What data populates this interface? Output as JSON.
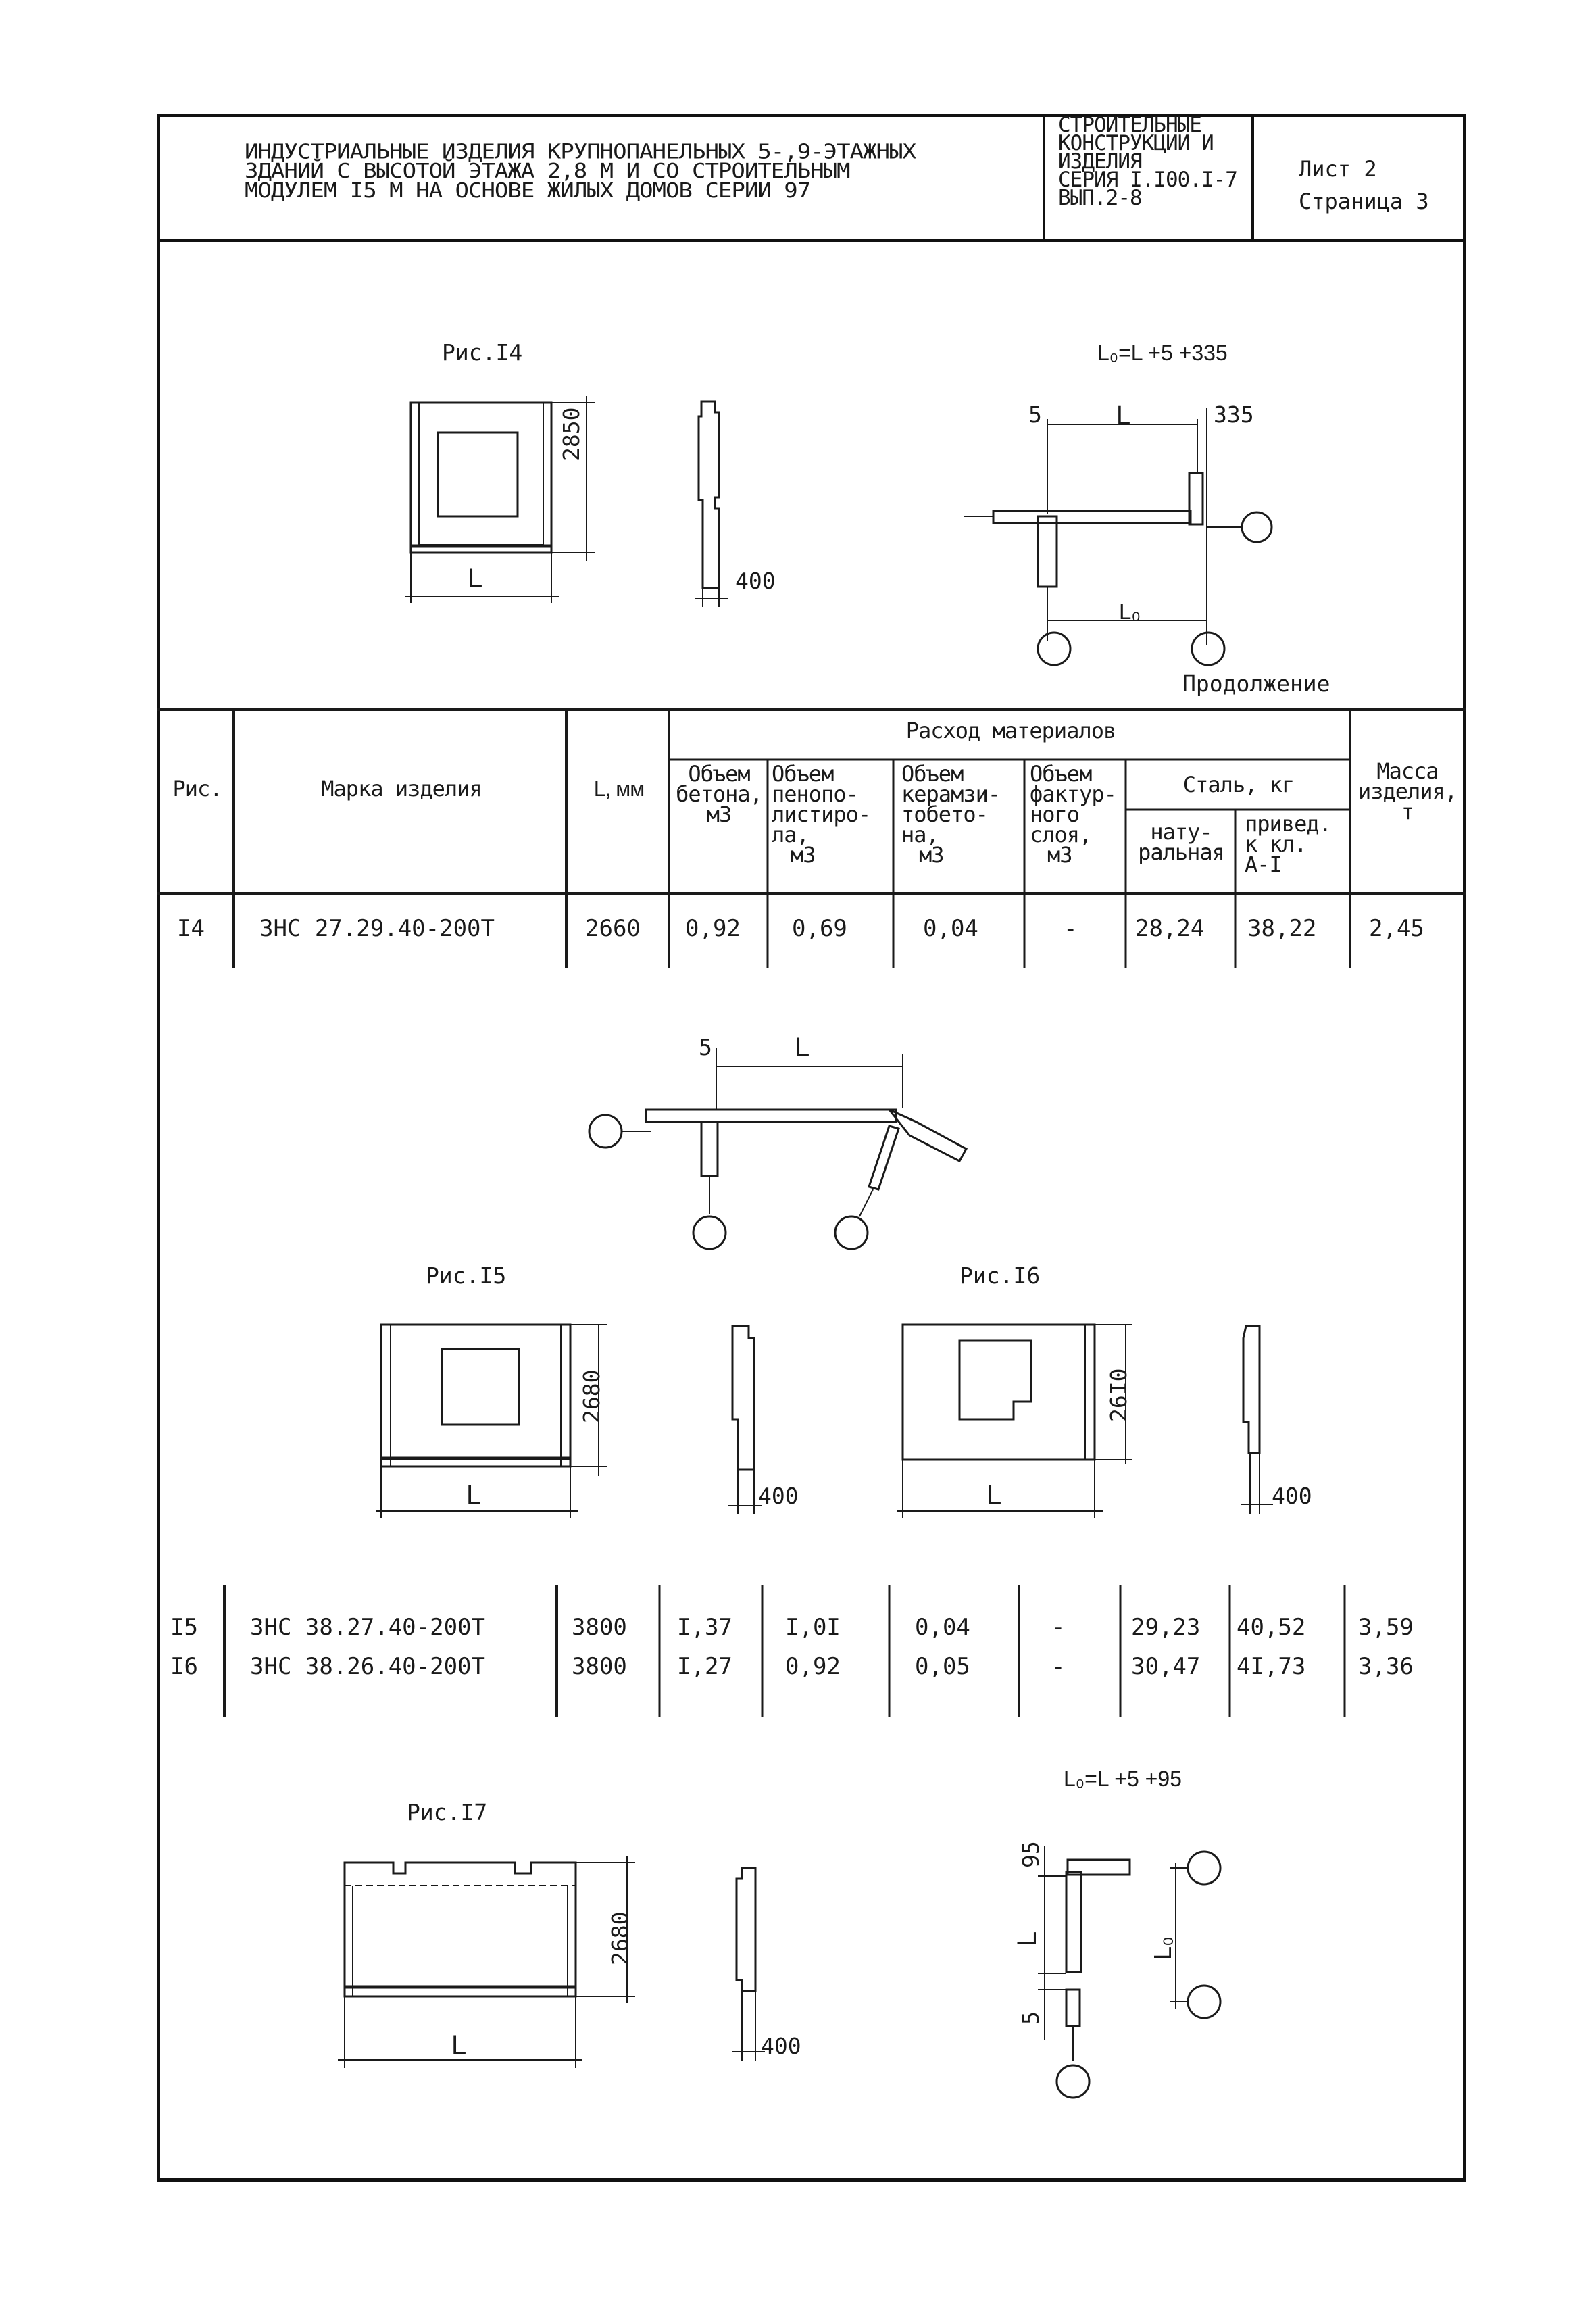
{
  "header": {
    "title_lines": [
      "ИНДУСТРИАЛЬНЫЕ ИЗДЕЛИЯ КРУПНОПАНЕЛЬНЫХ 5-,9-ЭТАЖНЫХ",
      "ЗДАНИЙ С ВЫСОТОЙ ЭТАЖА 2,8 М И СО СТРОИТЕЛЬНЫМ",
      "МОДУЛЕМ I5 М НА ОСНОВЕ ЖИЛЫХ ДОМОВ СЕРИИ 97"
    ],
    "series_lines": [
      "СТРОИТЕЛЬНЫЕ",
      "КОНСТРУКЦИИ И",
      "ИЗДЕЛИЯ",
      "СЕРИЯ I.I00.I-7",
      "ВЫП.2-8"
    ],
    "sheet": "Лист 2",
    "page": "Страница 3"
  },
  "figures": {
    "fig14": {
      "title": "Рис.I4",
      "height_dim": "2850",
      "width_dim": "L",
      "thickness_dim": "400",
      "formula": "L₀=L +5 +335",
      "plan_dims": {
        "left": "5",
        "mid": "L",
        "right": "335",
        "bottom": "L₀"
      }
    },
    "continuation": "Продолжение",
    "fig15": {
      "title": "Рис.I5",
      "height_dim": "2680",
      "width_dim": "L",
      "thickness_dim": "400"
    },
    "fig16": {
      "title": "Рис.I6",
      "height_dim": "26I0",
      "width_dim": "L",
      "thickness_dim": "400"
    },
    "plan_15_16": {
      "left": "5",
      "mid": "L"
    },
    "fig17": {
      "title": "Рис.I7",
      "height_dim": "2680",
      "width_dim": "L",
      "thickness_dim": "400",
      "formula": "L₀=L +5 +95",
      "plan_dims": {
        "top": "95",
        "mid": "L",
        "bottom": "5",
        "right": "L₀"
      }
    }
  },
  "table": {
    "headers": {
      "fig": "Рис.",
      "mark": "Марка изделия",
      "length": "L, мм",
      "materials": "Расход материалов",
      "concrete": [
        "Объем",
        "бетона,",
        "м3"
      ],
      "foam": [
        "Объем",
        "пенопо-",
        "листиро-",
        "ла,",
        "м3"
      ],
      "claydite": [
        "Объем",
        "керамзи-",
        "тобето-",
        "на,",
        "м3"
      ],
      "facing": [
        "Объем",
        "фактур-",
        "ного",
        "слоя,",
        "м3"
      ],
      "steel": "Сталь, кг",
      "steel_natural": [
        "нату-",
        "ральная"
      ],
      "steel_reduced": [
        "привед.",
        "к кл.",
        "А-I"
      ],
      "mass": [
        "Масса",
        "изделия,",
        "т"
      ]
    },
    "rows": [
      {
        "fig": "I4",
        "mark": "ЗНС 27.29.40-200Т",
        "length": "2660",
        "concrete": "0,92",
        "foam": "0,69",
        "claydite": "0,04",
        "facing": "-",
        "steel_nat": "28,24",
        "steel_red": "38,22",
        "mass": "2,45"
      },
      {
        "fig": "I5",
        "mark": "ЗНС 38.27.40-200Т",
        "length": "3800",
        "concrete": "I,37",
        "foam": "I,0I",
        "claydite": "0,04",
        "facing": "-",
        "steel_nat": "29,23",
        "steel_red": "40,52",
        "mass": "3,59"
      },
      {
        "fig": "I6",
        "mark": "ЗНС 38.26.40-200Т",
        "length": "3800",
        "concrete": "I,27",
        "foam": "0,92",
        "claydite": "0,05",
        "facing": "-",
        "steel_nat": "30,47",
        "steel_red": "4I,73",
        "mass": "3,36"
      }
    ]
  }
}
